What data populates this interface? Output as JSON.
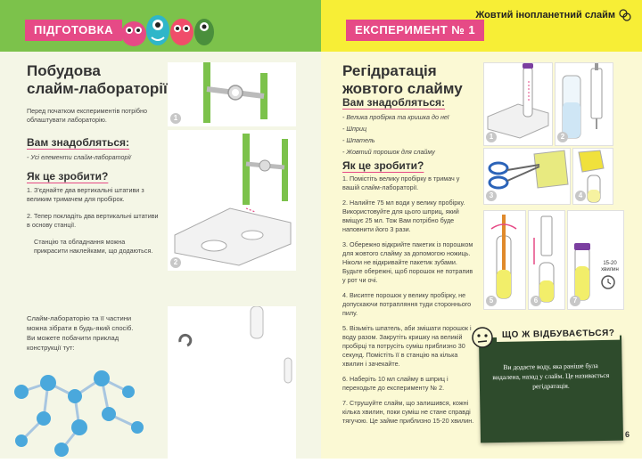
{
  "left": {
    "tag": "ПІДГОТОВКА",
    "title_line1": "Побудова",
    "title_line2": "слайм-лабораторії",
    "intro": "Перед початком експериментів потрібно облаштувати лабораторію.",
    "need_heading": "Вам знадобляться:",
    "need_items": [
      "- Усі елементи слайм-лабораторії"
    ],
    "how_heading": "Як це зробити?",
    "steps": [
      "З'єднайте два вертикальні штативи з великим тримачем для пробірок.",
      "Тепер покладіть два вертикальні штативи в основу станції.",
      "Станцію та обладнання можна прикрасити наклейками, що додаються."
    ],
    "bottom_text": "Слайм-лабораторію та її частини можна зібрати в будь-який спосіб. Ви можете побачити приклад конструкції тут:",
    "panel_numbers": [
      "1",
      "2"
    ]
  },
  "right": {
    "tag": "ЕКСПЕРИМЕНТ № 1",
    "header_title": "Жовтий інопланетний слайм",
    "title_line1": "Регідратація",
    "title_line2": "жовтого слайму",
    "need_heading": "Вам знадобляться:",
    "need_items": [
      "- Велика пробірка та кришка до неї",
      "- Шприц",
      "- Шпатель",
      "- Жовтий порошок для слайму"
    ],
    "how_heading": "Як це зробити?",
    "steps": [
      "Помістіть велику пробірку в тримач у вашій слайм-лабораторії.",
      "Налийте 75 мл води у велику пробірку. Використовуйте для цього шприц, який вміщує 25 мл. Тож Вам потрібно буде наповнити його 3 рази.",
      "Обережно відкрийте пакетик із порошком для жовтого слайму за допомогою ножиць. Ніколи не відкривайте пакетик зубами. Будьте обережні, щоб порошок не потрапив у рот чи очі.",
      "Висипте порошок у велику пробірку, не допускаючи потрапляння туди стороннього пилу.",
      "Візьміть шпатель, аби змішати порошок і воду разом. Закрутіть кришку на великій пробірці та потрусіть суміш приблизно 30 секунд. Помістіть її в станцію на кілька хвилин і зачекайте.",
      "Наберіть 10 мл слайму в шприц і переходьте до експерименту № 2.",
      "Струшуйте слайм, що залишився, кожні кілька хвилин, поки суміш не стане справді тягучою. Це займе приблизно 15-20 хвилин."
    ],
    "panel_numbers": [
      "1",
      "2",
      "3",
      "4",
      "5",
      "6",
      "7"
    ],
    "timer_label": "15-20 хвилин",
    "info_heading": "ЩО Ж ВІДБУВАЄТЬСЯ?",
    "info_text": "Ви додаєте воду, яка раніше була видалена, назад у слайм. Це називається регідратація.",
    "page_number": "6"
  },
  "colors": {
    "green": "#7cc24b",
    "pink": "#e64a86",
    "yellow": "#f7ee36",
    "dark_board": "#2e4b2c"
  }
}
